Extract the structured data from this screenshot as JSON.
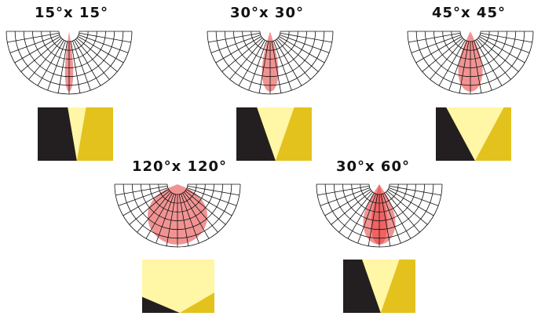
{
  "colors": {
    "grid": "#111111",
    "beam": "#f08080",
    "beam_overlay": "#ee5b5b",
    "dark": "#231f20",
    "light": "#fff6a6",
    "amber": "#e3c21d"
  },
  "panels": [
    {
      "id": "15x15",
      "title": "15°x 15°",
      "beams": [
        {
          "angle": 15,
          "color": "beam"
        }
      ],
      "swatch": {
        "light_beam_deg": 15,
        "cone_side": "right"
      }
    },
    {
      "id": "30x30",
      "title": "30°x 30°",
      "beams": [
        {
          "angle": 30,
          "color": "beam"
        }
      ],
      "swatch": {
        "light_beam_deg": 30,
        "cone_side": "right"
      }
    },
    {
      "id": "45x45",
      "title": "45°x 45°",
      "beams": [
        {
          "angle": 45,
          "color": "beam"
        }
      ],
      "swatch": {
        "light_beam_deg": 45,
        "cone_side": "right"
      }
    },
    {
      "id": "120x120",
      "title": "120°x 120°",
      "beams": [
        {
          "angle": 120,
          "color": "beam"
        }
      ],
      "swatch": {
        "light_beam_deg": 120,
        "cone_side": "right"
      }
    },
    {
      "id": "30x60",
      "title": "30°x 60°",
      "beams": [
        {
          "angle": 60,
          "color": "beam"
        },
        {
          "angle": 30,
          "color": "beam_overlay"
        }
      ],
      "swatch": {
        "light_beam_deg": 30,
        "cone_side": "right"
      }
    }
  ]
}
